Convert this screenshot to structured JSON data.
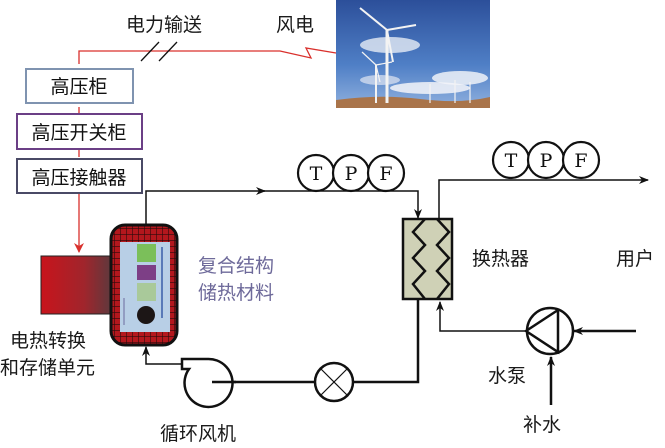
{
  "labels": {
    "power_transmission": "电力输送",
    "wind_power": "风电",
    "high_voltage_cabinet": "高压柜",
    "high_voltage_switch_cabinet": "高压开关柜",
    "high_voltage_contactor": "高压接触器",
    "storage_unit_line1": "电热转换",
    "storage_unit_line2": "和存储单元",
    "composite_material_line1": "复合结构",
    "composite_material_line2": "储热材料",
    "heat_exchanger": "换热器",
    "user": "用户",
    "water_pump": "水泵",
    "makeup_water": "补水",
    "circulating_fan": "循环风机"
  },
  "sensors_left": [
    "T",
    "P",
    "F"
  ],
  "sensors_right": [
    "T",
    "P",
    "F"
  ],
  "colors": {
    "power_line": "#d9302c",
    "pipe": "#111111",
    "box1_border": "#7f93b0",
    "box2_border": "#6b3f86",
    "box3_border": "#4a4a66",
    "heater": "#c01e22",
    "heat_exchanger_fill": "#cfd1b6",
    "composite_text": "#6e6a9a"
  }
}
